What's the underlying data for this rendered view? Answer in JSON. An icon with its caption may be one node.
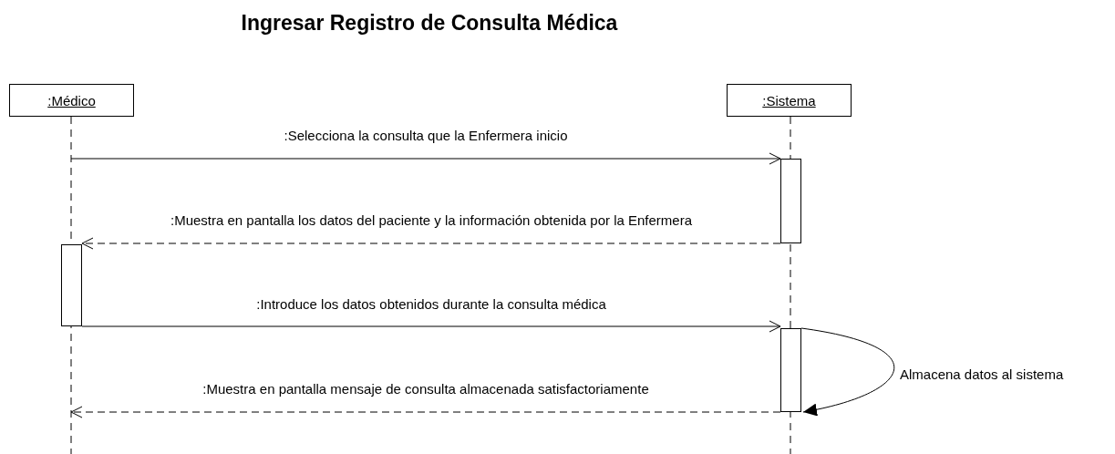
{
  "diagram": {
    "title": "Ingresar Registro de Consulta Médica",
    "nodes": [
      {
        "text": [
          ":Médico"
        ]
      },
      {
        "text": [
          ":Sistema"
        ]
      },
      {
        "text": [],
        "shape": "bar",
        "in": 1
      },
      {
        "text": [],
        "shape": "bar",
        "in": 0
      },
      {
        "text": [],
        "shape": "bar",
        "in": 1
      }
    ],
    "edges": [
      {
        "from": 0,
        "to": 2,
        "arrow": "to",
        "label": ":Selecciona la consulta que la Enfermera inicio"
      },
      {
        "from": 2,
        "to": 3,
        "arrow": "to",
        "style": "dashed",
        "label": ":Muestra en pantalla los datos del paciente y la información obtenida por la Enfermera"
      },
      {
        "from": 3,
        "to": 4,
        "arrow": "to",
        "label": ":Introduce los datos obtenidos durante la consulta médica"
      },
      {
        "from": 4,
        "to": 0,
        "arrow": "to",
        "style": "dashed",
        "label": ":Muestra en pantalla mensaje de consulta almacenada satisfactoriamente"
      },
      {
        "from": 4,
        "to": 4,
        "arrow": "to",
        "label": "Almacena datos al sistema"
      }
    ]
  }
}
